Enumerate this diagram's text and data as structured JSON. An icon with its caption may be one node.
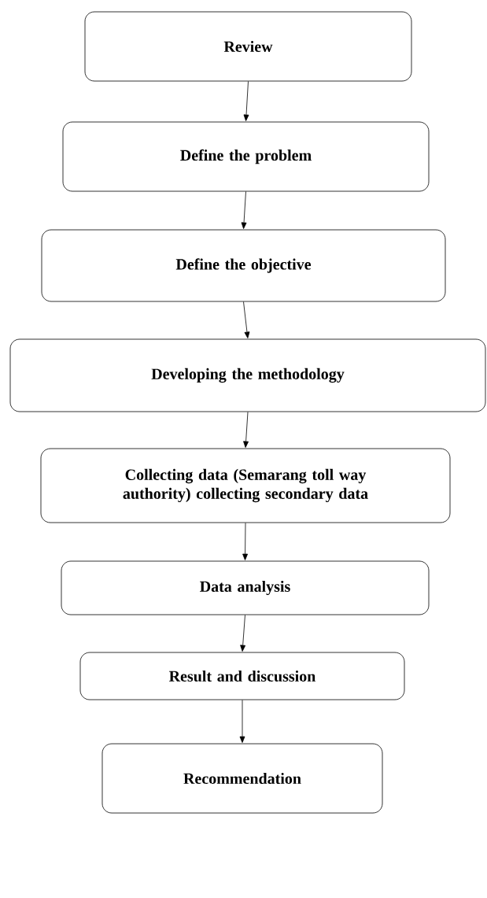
{
  "diagram": {
    "nodes": [
      {
        "text": [
          "Review"
        ]
      },
      {
        "text": [
          "Define the problem"
        ]
      },
      {
        "text": [
          "Define the objective"
        ]
      },
      {
        "text": [
          "Developing the methodology"
        ]
      },
      {
        "text": [
          "Collecting data (Semarang toll way authority) collecting secondary data"
        ]
      },
      {
        "text": [
          "Data analysis"
        ]
      },
      {
        "text": [
          "Result and discussion"
        ]
      },
      {
        "text": [
          "Recommendation"
        ]
      }
    ],
    "edges": [
      {
        "from": 0,
        "to": 1,
        "arrow": "to"
      },
      {
        "from": 1,
        "to": 2,
        "arrow": "to"
      },
      {
        "from": 2,
        "to": 3,
        "arrow": "to"
      },
      {
        "from": 3,
        "to": 4,
        "arrow": "to"
      },
      {
        "from": 4,
        "to": 5,
        "arrow": "to"
      },
      {
        "from": 5,
        "to": 6,
        "arrow": "to"
      },
      {
        "from": 6,
        "to": 7,
        "arrow": "to"
      }
    ]
  }
}
